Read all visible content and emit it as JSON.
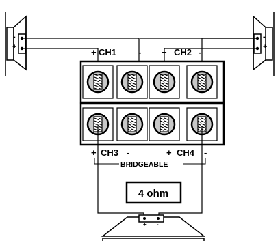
{
  "channels": {
    "ch1": {
      "label": "CH1",
      "plus": "+",
      "minus": "-"
    },
    "ch2": {
      "label": "CH2",
      "plus": "+",
      "minus": "-"
    },
    "ch3": {
      "label": "CH3",
      "plus": "+",
      "minus": "-"
    },
    "ch4": {
      "label": "CH4",
      "plus": "+",
      "minus": "-"
    }
  },
  "bridge_label": "BRIDGEABLE",
  "load_label": "4 ohm",
  "speaker_polarity": {
    "plus": "+",
    "minus": "-"
  },
  "colors": {
    "line": "#000000",
    "terminal_fill": "#c8c8c8",
    "background": "#ffffff"
  }
}
